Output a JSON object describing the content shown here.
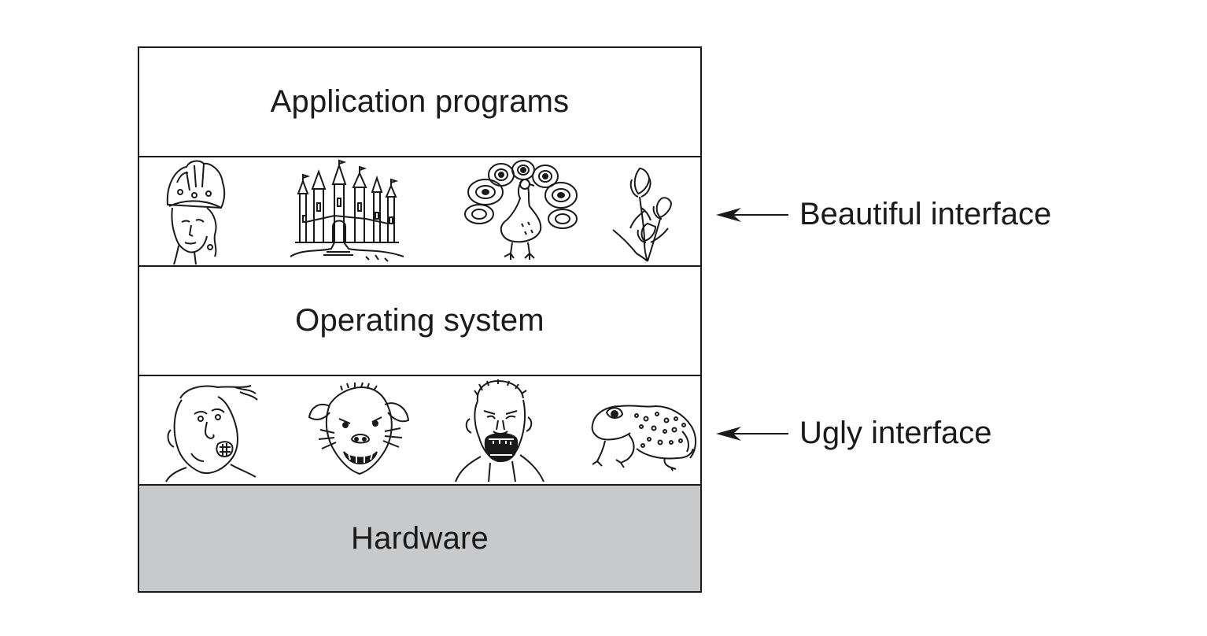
{
  "layers": {
    "applications": "Application programs",
    "operating_system": "Operating system",
    "hardware": "Hardware"
  },
  "interfaces": {
    "beautiful": {
      "label": "Beautiful interface",
      "pictures": [
        "queen-icon",
        "castle-icon",
        "peacock-icon",
        "flower-icon"
      ]
    },
    "ugly": {
      "label": "Ugly interface",
      "pictures": [
        "grimacing-face-icon",
        "wild-hog-icon",
        "screaming-face-icon",
        "toad-icon"
      ]
    }
  },
  "colors": {
    "line": "#1a1a1a",
    "hardware_fill": "#c8c9cb",
    "background": "#ffffff"
  }
}
